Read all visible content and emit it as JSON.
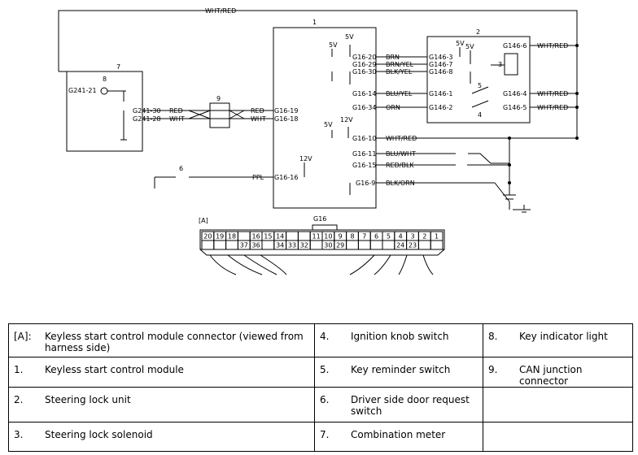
{
  "diagram": {
    "top_wire": "WHT/RED",
    "unit_numbers": [
      "1",
      "2",
      "3",
      "4",
      "5",
      "6",
      "7",
      "8",
      "9"
    ],
    "module_pins": [
      {
        "pin": "G16-20",
        "wire": "BRN"
      },
      {
        "pin": "G16-29",
        "wire": "BRN/YEL"
      },
      {
        "pin": "G16-30",
        "wire": "BLK/YEL"
      },
      {
        "pin": "G16-14",
        "wire": "BLU/YEL"
      },
      {
        "pin": "G16-34",
        "wire": "ORN"
      },
      {
        "pin": "G16-10",
        "wire": "WHT/RED"
      },
      {
        "pin": "G16-11",
        "wire": "BLU/WHT"
      },
      {
        "pin": "G16-15",
        "wire": "RED/BLK"
      },
      {
        "pin": "G16-9",
        "wire": "BLK/ORN"
      }
    ],
    "module_left_pins": [
      {
        "pin": "G16-19",
        "wire": "RED"
      },
      {
        "pin": "G16-18",
        "wire": "WHT"
      },
      {
        "pin": "G16-16",
        "wire": "PPL"
      }
    ],
    "lock_pins_left": [
      "G146-3",
      "G146-7",
      "G146-8",
      "G146-1",
      "G146-2"
    ],
    "lock_pins_right": [
      {
        "pin": "G146-6",
        "wire": "WHT/RED"
      },
      {
        "pin": "G146-4",
        "wire": "WHT/RED"
      },
      {
        "pin": "G146-5",
        "wire": "WHT/RED"
      }
    ],
    "meter_pins": [
      {
        "pin": "G241-21",
        "wire": ""
      },
      {
        "pin": "G241-30",
        "wire": "RED"
      },
      {
        "pin": "G241-28",
        "wire": "WHT"
      }
    ],
    "voltages": [
      "5V",
      "5V",
      "5V",
      "5V",
      "12V",
      "12V",
      "5V"
    ],
    "connector": {
      "label": "[A]",
      "name": "G16",
      "top_row": [
        "20",
        "19",
        "18",
        "",
        "16",
        "15",
        "14",
        "",
        "",
        "11",
        "10",
        "9",
        "8",
        "7",
        "6",
        "5",
        "4",
        "3",
        "2",
        "1"
      ],
      "bottom_row": [
        "",
        "",
        "",
        "37",
        "36",
        "",
        "34",
        "33",
        "32",
        "",
        "30",
        "29",
        "",
        "",
        "",
        "",
        "24",
        "23",
        "",
        ""
      ]
    }
  },
  "legend": [
    [
      {
        "num": "[A]:",
        "text": "Keyless start control module connector (viewed from harness side)"
      },
      {
        "num": "4.",
        "text": "Ignition knob switch"
      },
      {
        "num": "8.",
        "text": "Key indicator light"
      }
    ],
    [
      {
        "num": "1.",
        "text": "Keyless start control module"
      },
      {
        "num": "5.",
        "text": "Key reminder switch"
      },
      {
        "num": "9.",
        "text": "CAN junction connector"
      }
    ],
    [
      {
        "num": "2.",
        "text": "Steering lock unit"
      },
      {
        "num": "6.",
        "text": "Driver side door request switch"
      },
      {
        "num": "",
        "text": ""
      }
    ],
    [
      {
        "num": "3.",
        "text": "Steering lock solenoid"
      },
      {
        "num": "7.",
        "text": "Combination meter"
      },
      {
        "num": "",
        "text": ""
      }
    ]
  ]
}
